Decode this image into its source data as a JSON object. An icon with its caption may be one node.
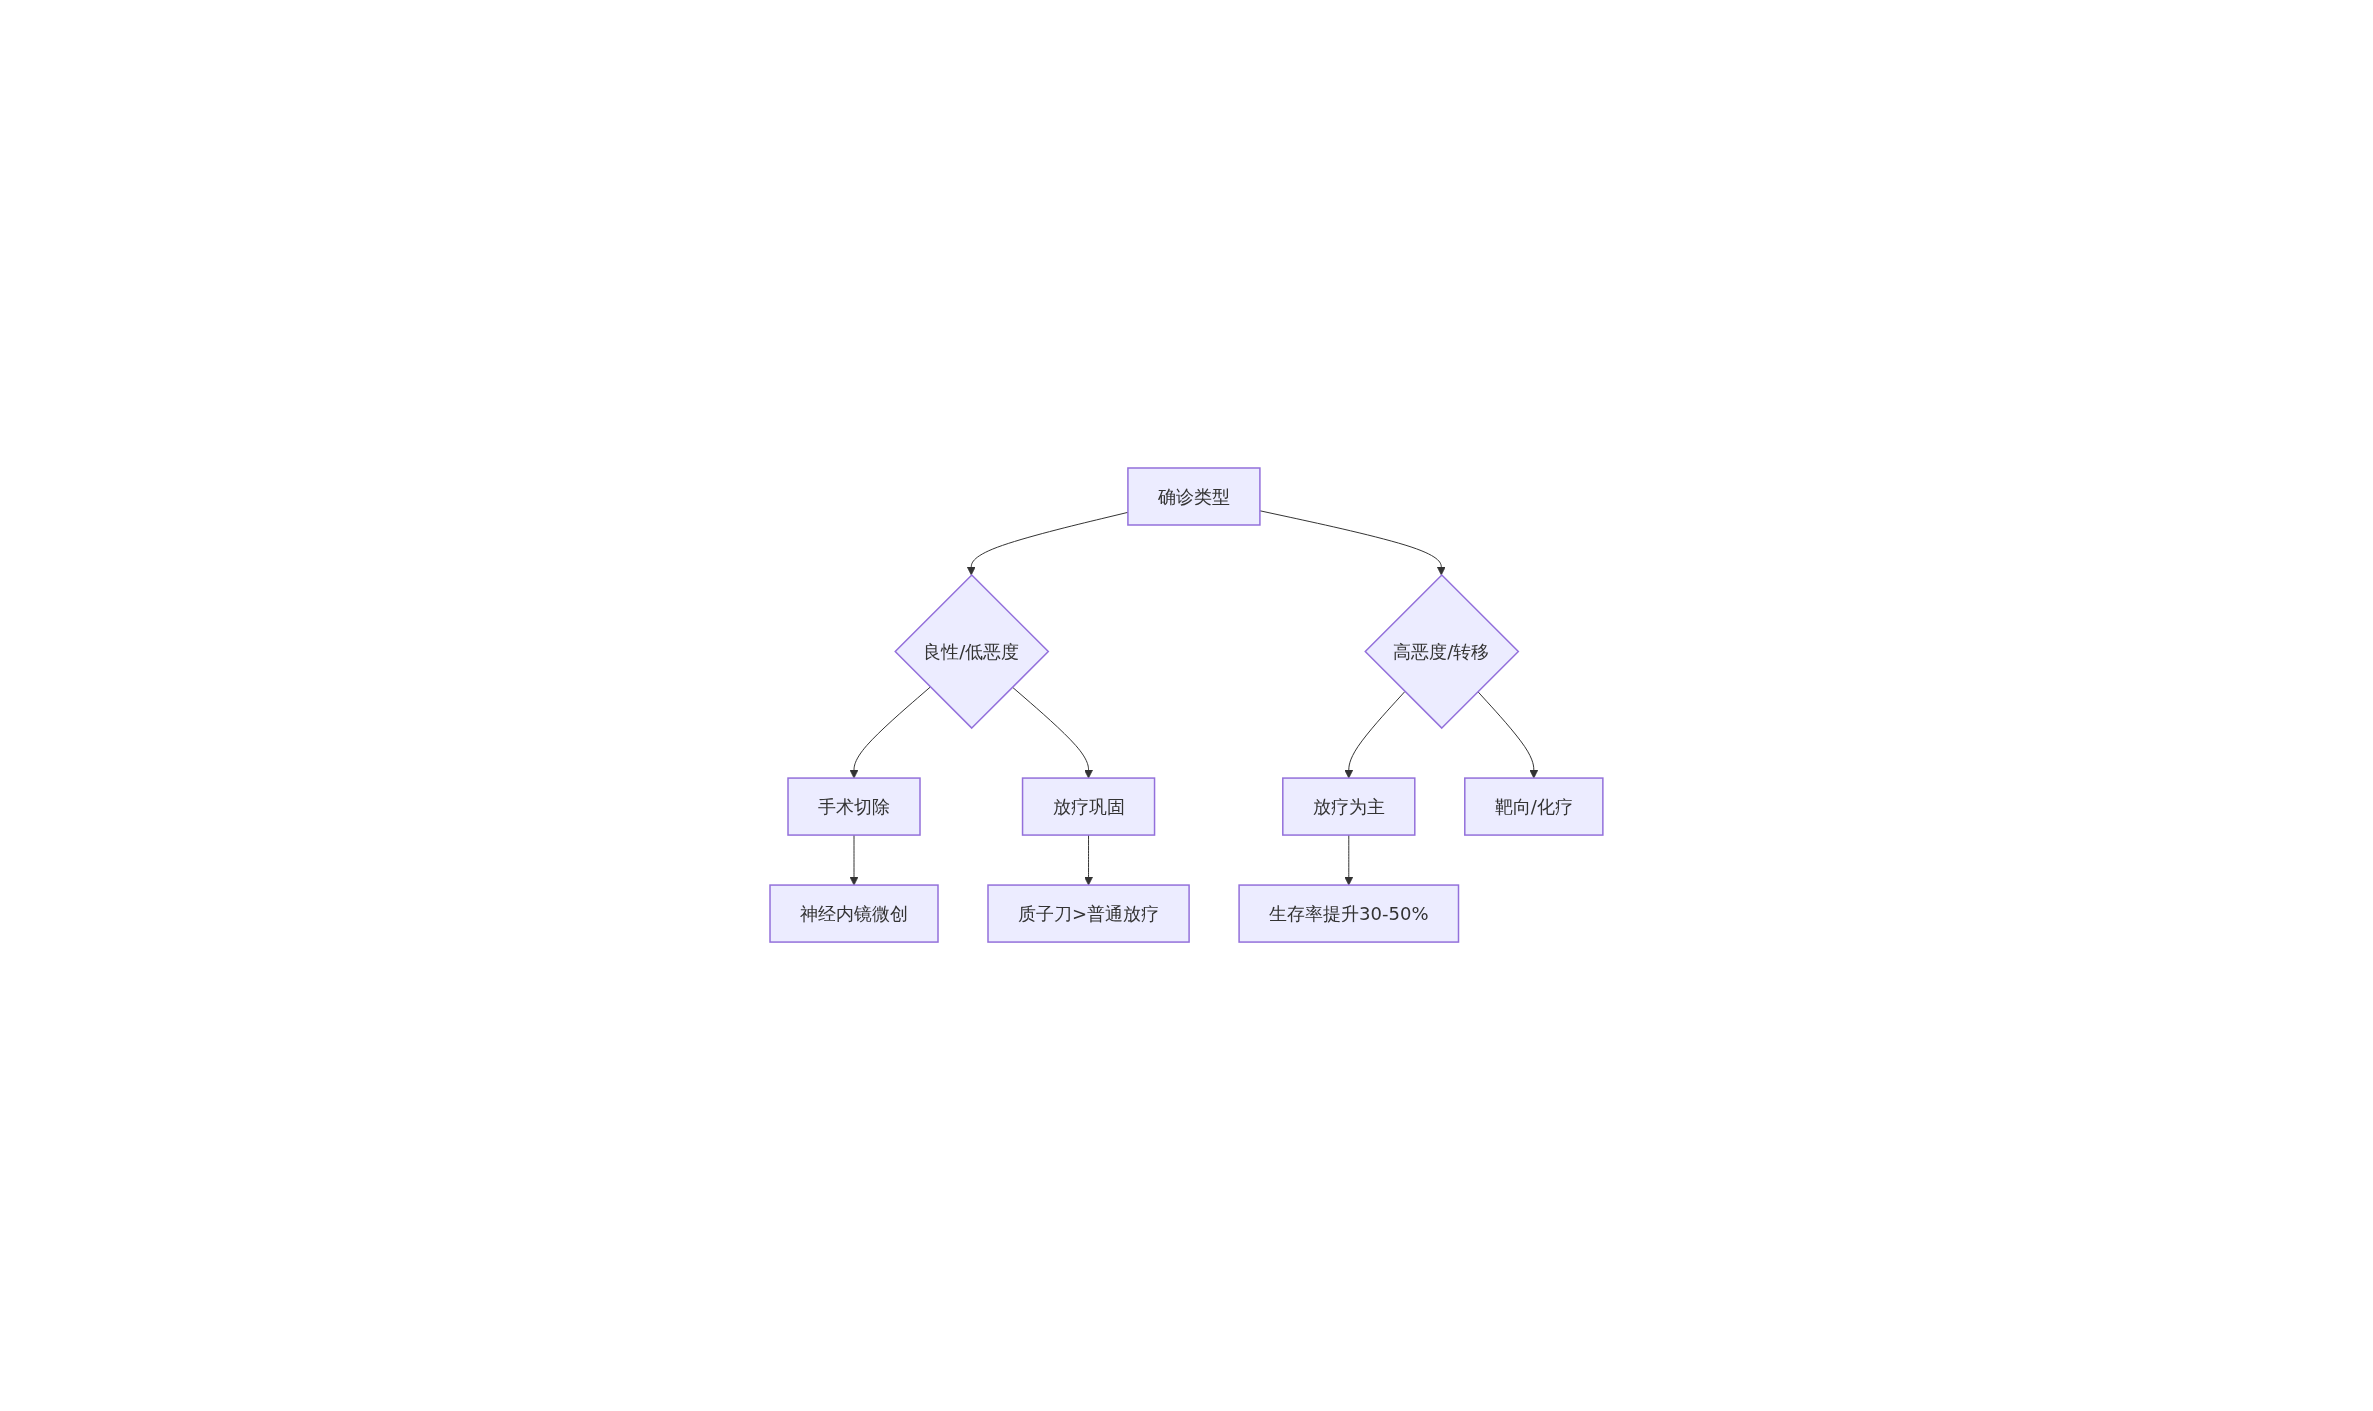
{
  "diagram": {
    "nodes": [
      {
        "text": [
          "确诊类型"
        ]
      },
      {
        "text": [
          "良性/低恶度"
        ]
      },
      {
        "text": [
          "高恶度/转移"
        ]
      },
      {
        "text": [
          "手术切除"
        ]
      },
      {
        "text": [
          "放疗巩固"
        ]
      },
      {
        "text": [
          "放疗为主"
        ]
      },
      {
        "text": [
          "靶向/化疗"
        ]
      },
      {
        "text": [
          "神经内镜微创"
        ]
      },
      {
        "text": [
          "质子刀>普通放疗"
        ]
      },
      {
        "text": [
          "生存率提升30-50%"
        ]
      }
    ],
    "edges": [
      {
        "from": 0,
        "to": 1,
        "arrow": "to"
      },
      {
        "from": 0,
        "to": 2,
        "arrow": "to"
      },
      {
        "from": 1,
        "to": 3,
        "arrow": "to"
      },
      {
        "from": 1,
        "to": 4,
        "arrow": "to"
      },
      {
        "from": 2,
        "to": 5,
        "arrow": "to"
      },
      {
        "from": 2,
        "to": 6,
        "arrow": "to"
      },
      {
        "from": 3,
        "to": 7,
        "arrow": "to"
      },
      {
        "from": 4,
        "to": 8,
        "arrow": "to"
      },
      {
        "from": 5,
        "to": 9,
        "arrow": "to"
      }
    ]
  }
}
